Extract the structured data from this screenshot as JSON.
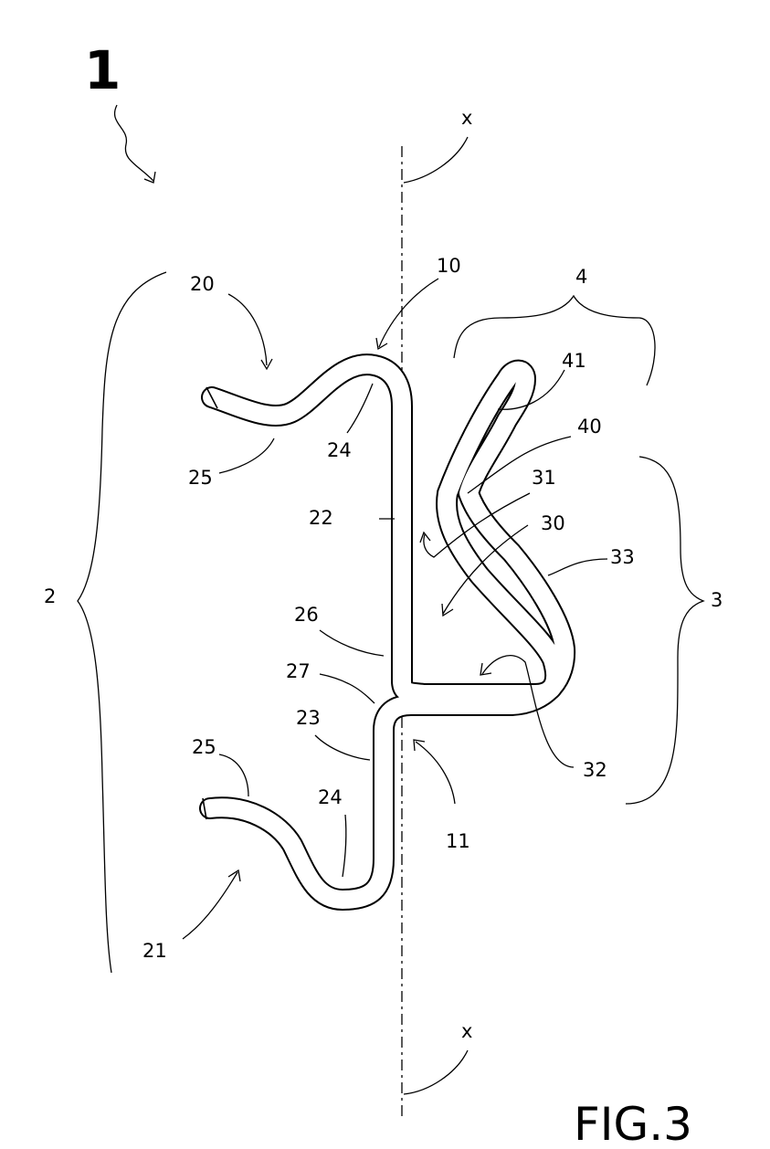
{
  "figure": {
    "ref_main": "1",
    "axis_top": "x",
    "axis_bottom": "x",
    "caption": "FIG.3",
    "labels": {
      "l2": "2",
      "l3": "3",
      "l4": "4",
      "l10": "10",
      "l11": "11",
      "l20": "20",
      "l21": "21",
      "l22": "22",
      "l23": "23",
      "l24a": "24",
      "l24b": "24",
      "l25a": "25",
      "l25b": "25",
      "l26": "26",
      "l27": "27",
      "l30": "30",
      "l31": "31",
      "l32": "32",
      "l33": "33",
      "l40": "40",
      "l41": "41"
    }
  }
}
